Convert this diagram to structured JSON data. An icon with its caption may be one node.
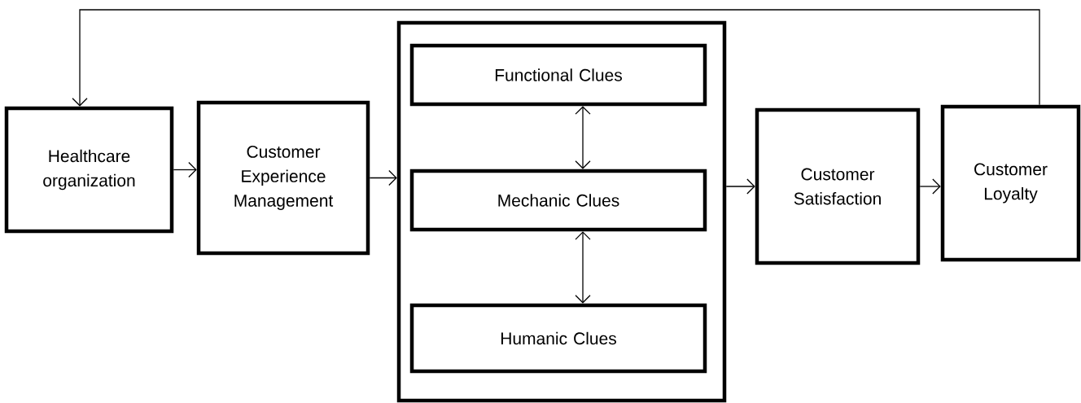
{
  "diagram": {
    "nodes": [
      {
        "text": [
          "Healthcare organization"
        ]
      },
      {
        "text": [
          "Customer Experience Management"
        ]
      },
      {
        "text": [],
        "shape": "box"
      },
      {
        "text": [
          "Functional Clues"
        ],
        "in": 2
      },
      {
        "text": [
          "Mechanic Clues"
        ],
        "in": 2
      },
      {
        "text": [
          "Humanic Clues"
        ],
        "in": 2
      },
      {
        "text": [
          "Customer Satisfaction"
        ]
      },
      {
        "text": [
          "Customer Loyalty"
        ]
      }
    ],
    "edges": [
      {
        "from": 0,
        "to": 1,
        "arrow": "to"
      },
      {
        "from": 1,
        "to": 2,
        "arrow": "to"
      },
      {
        "from": 3,
        "to": 4,
        "arrow": "both"
      },
      {
        "from": 4,
        "to": 5,
        "arrow": "both"
      },
      {
        "from": 2,
        "to": 6,
        "arrow": "to"
      },
      {
        "from": 6,
        "to": 7,
        "arrow": "to"
      },
      {
        "from": 7,
        "to": 0,
        "arrow": "to"
      }
    ]
  }
}
